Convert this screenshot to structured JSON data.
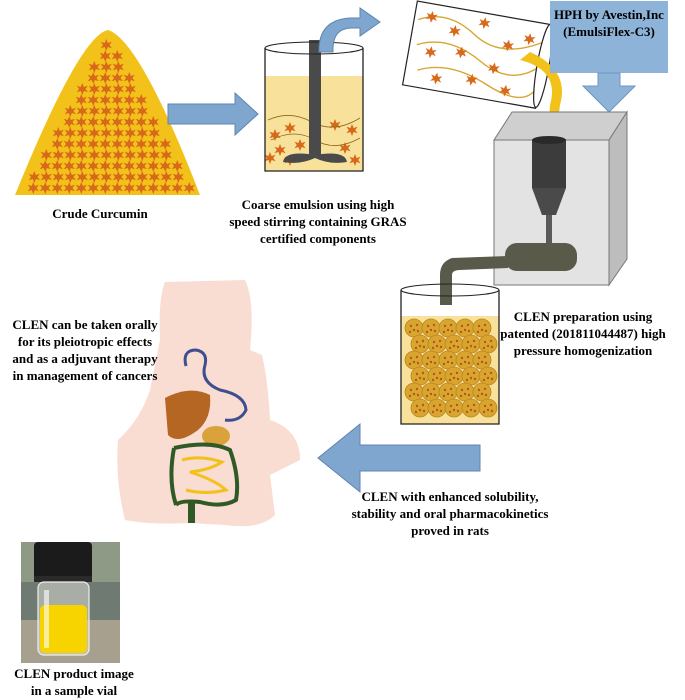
{
  "labels": {
    "crude": "Crude Curcumin",
    "coarse": "Coarse emulsion using high speed stirring containing GRAS certified components",
    "hph": "HPH by Avestin,Inc (EmulsiFlex-C3)",
    "clen_prep": "CLEN preparation using patented (201811044487) high pressure homogenization",
    "clen_oral": "CLEN can be taken orally for its pleiotropic effects and as a adjuvant therapy in management of cancers",
    "clen_enh": "CLEN with enhanced solubility, stability and oral pharmacokinetics proved in rats",
    "clen_img": "CLEN product image in a sample vial"
  },
  "colors": {
    "curcumin_yellow": "#f2c21a",
    "crystal_orange": "#d9691a",
    "emulsion_yellow": "#f8e19a",
    "arrow_blue": "#7fa6cf",
    "arrow_blue_dark": "#5f84b0",
    "body_pink": "#f9dcd2",
    "machine_gray": "#d9d9d9",
    "machine_dark": "#4a4a4a",
    "vial_yellow": "#f7d400"
  }
}
